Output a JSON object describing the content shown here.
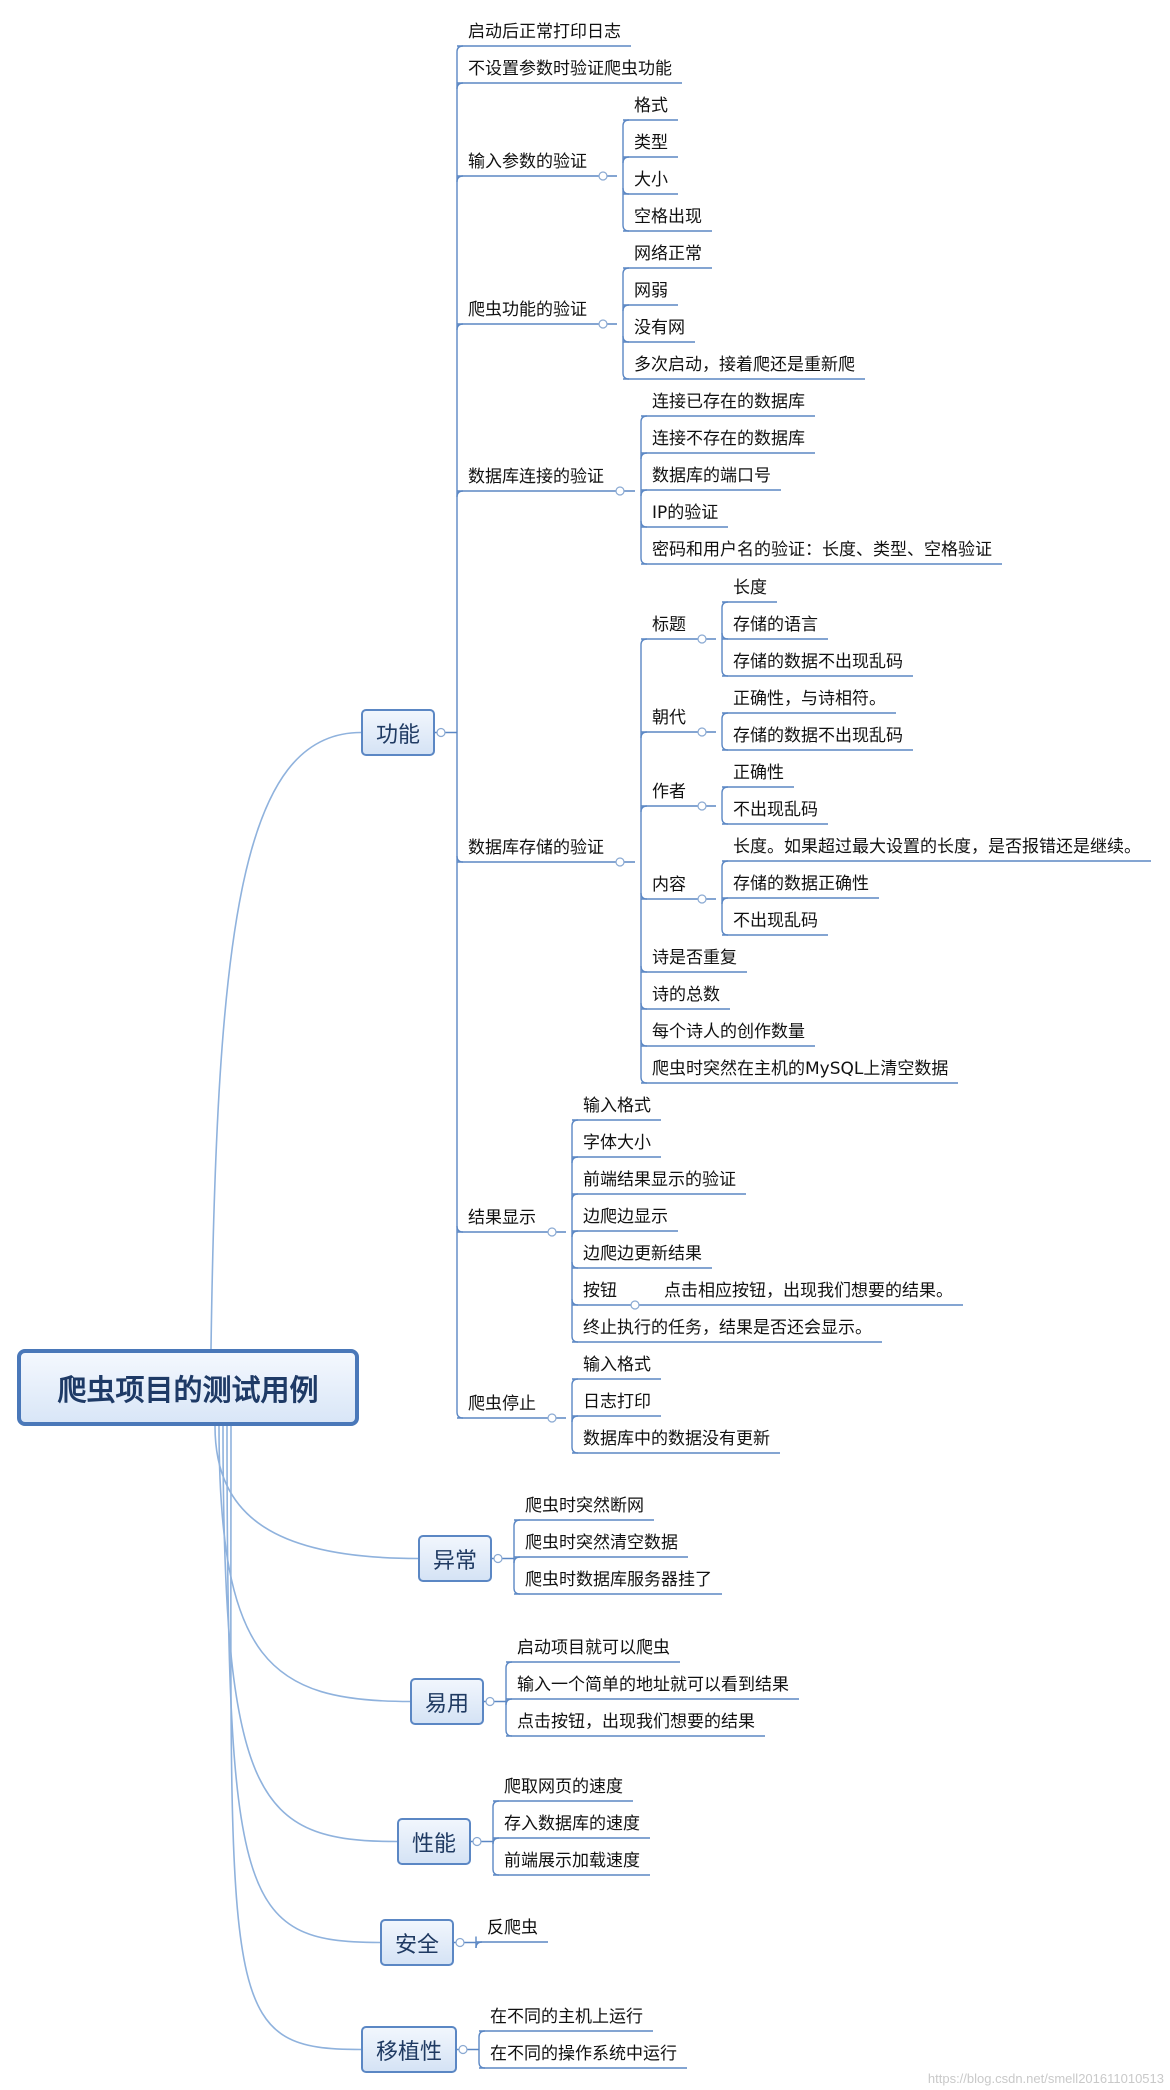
{
  "title": "爬虫项目的测试用例",
  "watermark": "https://blog.csdn.net/smell201611010513",
  "colors": {
    "line": "#5b87c4",
    "branch": "#8fb2dd",
    "box_border": "#5b87c4"
  },
  "branches": {
    "func": "功能",
    "exc": "异常",
    "easy": "易用",
    "perf": "性能",
    "sec": "安全",
    "port": "移植性"
  },
  "func": {
    "f1": "启动后正常打印日志",
    "f2": "不设置参数时验证爬虫功能",
    "input": {
      "label": "输入参数的验证",
      "items": [
        "格式",
        "类型",
        "大小",
        "空格出现"
      ]
    },
    "crawl": {
      "label": "爬虫功能的验证",
      "items": [
        "网络正常",
        "网弱",
        "没有网",
        "多次启动，接着爬还是重新爬"
      ]
    },
    "dbconn": {
      "label": "数据库连接的验证",
      "items": [
        "连接已存在的数据库",
        "连接不存在的数据库",
        "数据库的端口号",
        "IP的验证",
        "密码和用户名的验证：长度、类型、空格验证"
      ]
    },
    "dbstore": {
      "label": "数据库存储的验证",
      "title": {
        "label": "标题",
        "items": [
          "长度",
          "存储的语言",
          "存储的数据不出现乱码"
        ]
      },
      "dynasty": {
        "label": "朝代",
        "items": [
          "正确性，与诗相符。",
          "存储的数据不出现乱码"
        ]
      },
      "author": {
        "label": "作者",
        "items": [
          "正确性",
          "不出现乱码"
        ]
      },
      "content": {
        "label": "内容",
        "items": [
          "长度。如果超过最大设置的长度，是否报错还是继续。",
          "存储的数据正确性",
          "不出现乱码"
        ]
      },
      "others": [
        "诗是否重复",
        "诗的总数",
        "每个诗人的创作数量",
        "爬虫时突然在主机的MySQL上清空数据"
      ]
    },
    "result": {
      "label": "结果显示",
      "items": [
        "输入格式",
        "字体大小",
        "前端结果显示的验证",
        "边爬边显示",
        "边爬边更新结果"
      ],
      "button": {
        "label": "按钮",
        "item": "点击相应按钮，出现我们想要的结果。"
      },
      "last": "终止执行的任务，结果是否还会显示。"
    },
    "stop": {
      "label": "爬虫停止",
      "items": [
        "输入格式",
        "日志打印",
        "数据库中的数据没有更新"
      ]
    }
  },
  "exc": [
    "爬虫时突然断网",
    "爬虫时突然清空数据",
    "爬虫时数据库服务器挂了"
  ],
  "easy": [
    "启动项目就可以爬虫",
    "输入一个简单的地址就可以看到结果",
    "点击按钮，出现我们想要的结果"
  ],
  "perf": [
    "爬取网页的速度",
    "存入数据库的速度",
    "前端展示加载速度"
  ],
  "sec": [
    "反爬虫"
  ],
  "port": [
    "在不同的主机上运行",
    "在不同的操作系统中运行"
  ]
}
